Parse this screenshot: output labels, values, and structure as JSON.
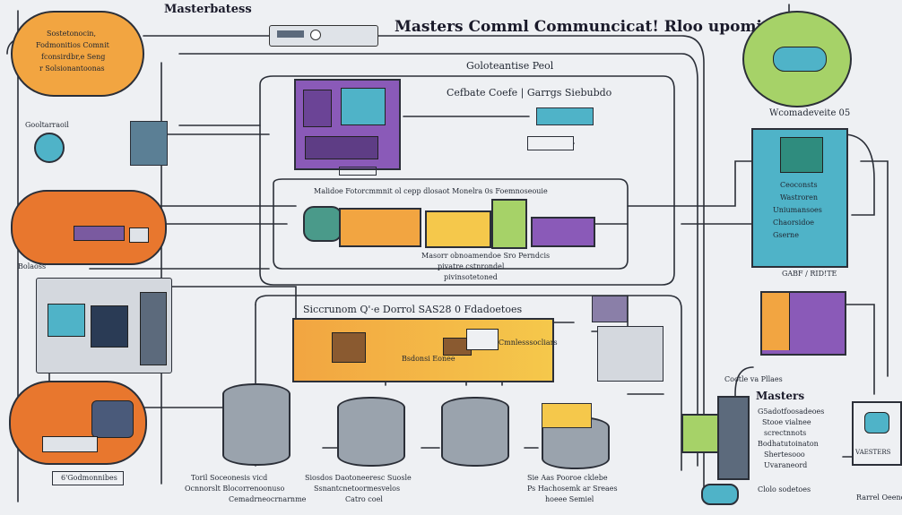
{
  "top_left_label": "Masterbatess",
  "main_title": "Masters Comml Communcicat! Rloo upomites",
  "header_sub": "Goloteantise Peol",
  "top_module_caption": "Cefbate Coefe | Garrgs Siebubdo",
  "left_orange_bubble_lines": [
    "Sostetonocin,",
    "Fodmonitios Comnit",
    "fconsirdbr,e Seng",
    "r Solsionantoonas"
  ],
  "left_node_label": "Gooltarraoil",
  "left_section_label": "Bolaoss",
  "right_cloud_caption": "Wcomadeveite 05",
  "right_panel_lines": [
    "Ceoconsts",
    "Wastroren",
    "Uniumansoes",
    "Chaorsidoe",
    "Gserne"
  ],
  "center_strip_label": "Malidoe Fotorcmmnit ol cepp dlosaot Monelra 0s Foemnoseouie",
  "center_strip_sub1": "Masorr obnoamendoe Sro Perndcis",
  "center_strip_sub2": "pivatre cstnrondel",
  "center_strip_sub3": "pivinsotetoned",
  "center_row_caption": "Siccrunom      Q'·e  Dorrol  SAS28 0  Fdadoetoes",
  "orange_panel_label": "Cmnlesssocliars",
  "orange_panel_box": "Bsdonsi Eonee",
  "right_mid_caption": "Cootle va Pllaes",
  "right_mid_note": "GABF / RID!TE",
  "masters_label": "Masters",
  "masters_lines": [
    "G5adotfoosadeoes",
    "Stooe vialnee",
    "screctnnots",
    "Bodhatutoinaton",
    "Shertesooo",
    "Uvaraneord"
  ],
  "masters_footer": "Clolo sodetoes",
  "bottom_right_box": "VAESTERS",
  "bottom_right_foot": "Rarrel Oeeno",
  "db_captions": [
    "Toril Soceonesis  vicd",
    "Ocnnorslt Blocorrenoonuso",
    "Cemadrneocrnarnme"
  ],
  "db2_captions": [
    "Siosdos Daotoneeresc Suosle",
    "Ssnantcnetoormesvelos",
    "Catro coel"
  ],
  "db4_captions": [
    "Sie Aas Pooroe cklebe",
    "Ps Hachosemk ar Sreaes",
    "hoeee Semiel"
  ],
  "bottom_left_caption": "6'Godmonnibes",
  "palette": {
    "purple": "#8a5ab8",
    "orange": "#f2a541",
    "orange_dark": "#e8772e",
    "green": "#a6d268",
    "teal": "#4fb3c8",
    "yellow": "#f5c84b",
    "navy": "#2a3b55"
  }
}
